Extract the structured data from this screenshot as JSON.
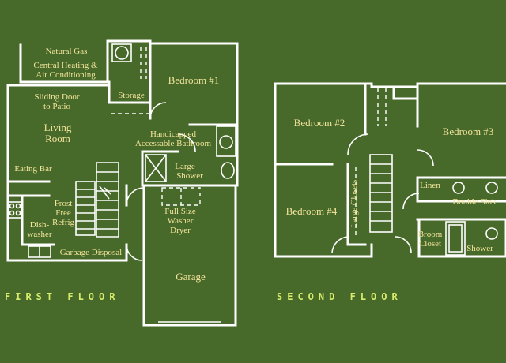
{
  "floors": {
    "first": "FIRST FLOOR",
    "second": "SECOND FLOOR"
  },
  "first_floor_rooms": {
    "natural_gas": "Natural Gas",
    "heating_1": "Central Heating &",
    "heating_2": "Air Conditioning",
    "storage": "Storage",
    "bedroom1": "Bedroom #1",
    "sliding_1": "Sliding Door",
    "sliding_2": "to Patio",
    "living_1": "Living",
    "living_2": "Room",
    "handicap_1": "Handicapped",
    "handicap_2": "Accessable Bathroom",
    "shower_1": "Large",
    "shower_2": "Shower",
    "eating_bar": "Eating Bar",
    "frost_1": "Frost",
    "frost_2": "Free",
    "frost_3": "Refrig",
    "dish_1": "Dish-",
    "dish_2": "washer",
    "washer_1": "Full Size",
    "washer_2": "Washer",
    "washer_3": "Dryer",
    "garbage": "Garbage Disposal",
    "garage": "Garage"
  },
  "second_floor_rooms": {
    "bedroom2": "Bedroom #2",
    "bedroom3": "Bedroom #3",
    "bedroom4": "Bedroom #4",
    "closets": "Large Closets",
    "linen": "Linen",
    "double_sink": "Double Sink",
    "broom_1": "Broom",
    "broom_2": "Closet",
    "shower": "Shower"
  },
  "colors": {
    "background": "#47692a",
    "walls": "#ffffff",
    "labels": "#f2e49a",
    "titles": "#d6ec6a"
  }
}
